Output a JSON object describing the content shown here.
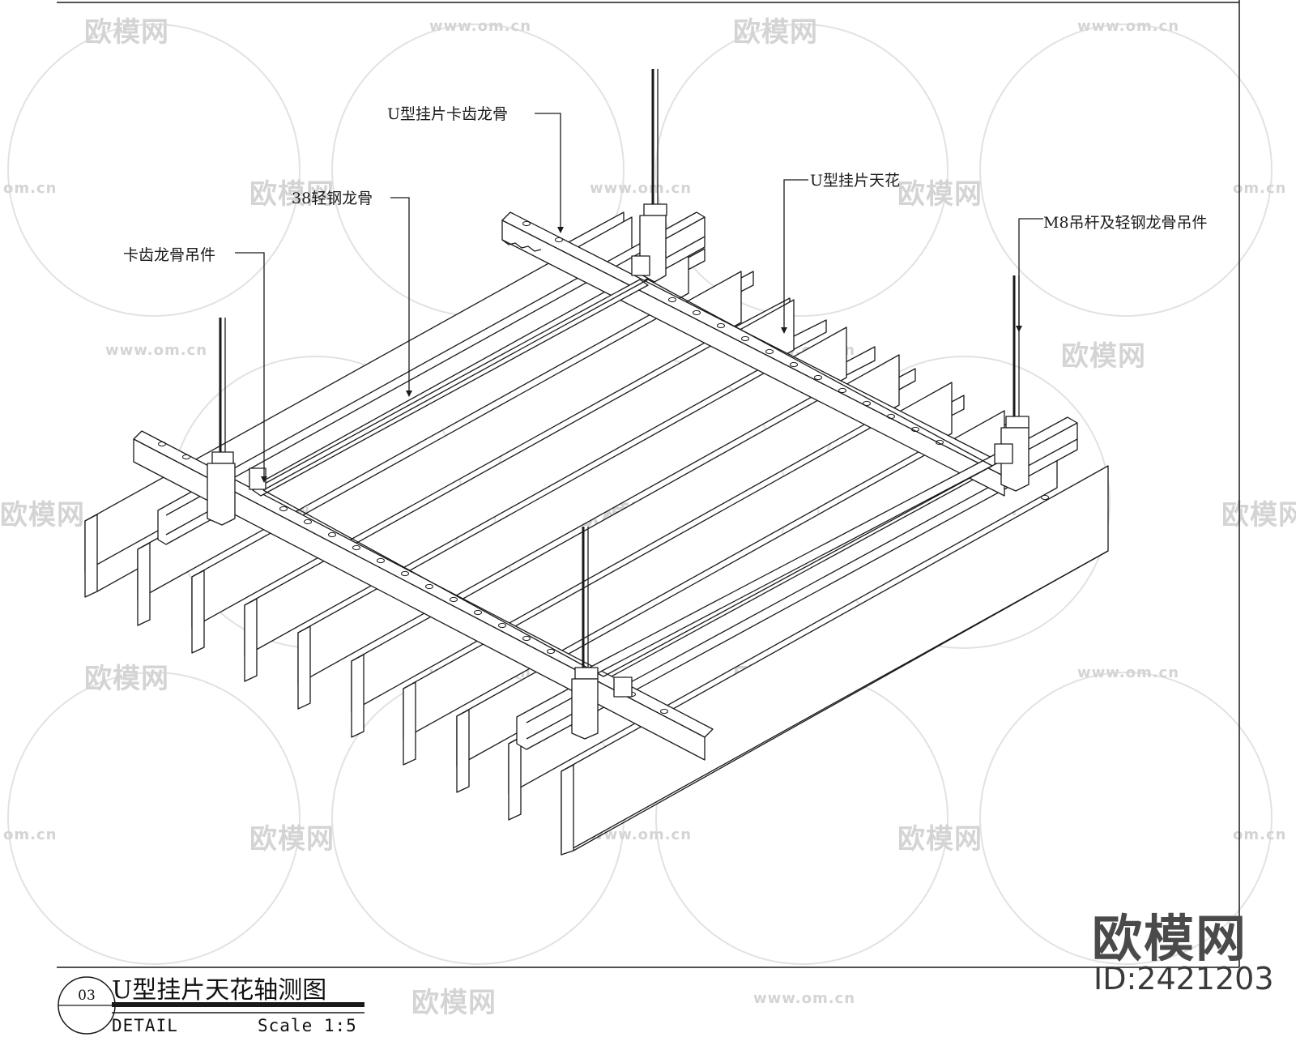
{
  "callouts": [
    {
      "key": "u_clip_keel",
      "text": "U型挂片卡齿龙骨"
    },
    {
      "key": "light_steel_38",
      "text": "38轻钢龙骨"
    },
    {
      "key": "u_ceiling",
      "text": "U型挂片天花"
    },
    {
      "key": "clip_hanger",
      "text": "卡齿龙骨吊件"
    },
    {
      "key": "m8_rod",
      "text": "M8吊杆及轻钢龙骨吊件"
    }
  ],
  "title_block": {
    "title": "U型挂片天花轴测图",
    "detail_number": "03",
    "detail_label": "DETAIL",
    "scale_label": "Scale 1:5"
  },
  "watermark": {
    "logo_text": "欧模网",
    "url_text": "www.om.cn",
    "url_fragment": "om.cn",
    "brand": "欧模网",
    "id_text": "ID:2421203"
  },
  "colors": {
    "line": "#1a1a1a",
    "watermark": "#d4d4d4",
    "background": "#ffffff"
  }
}
